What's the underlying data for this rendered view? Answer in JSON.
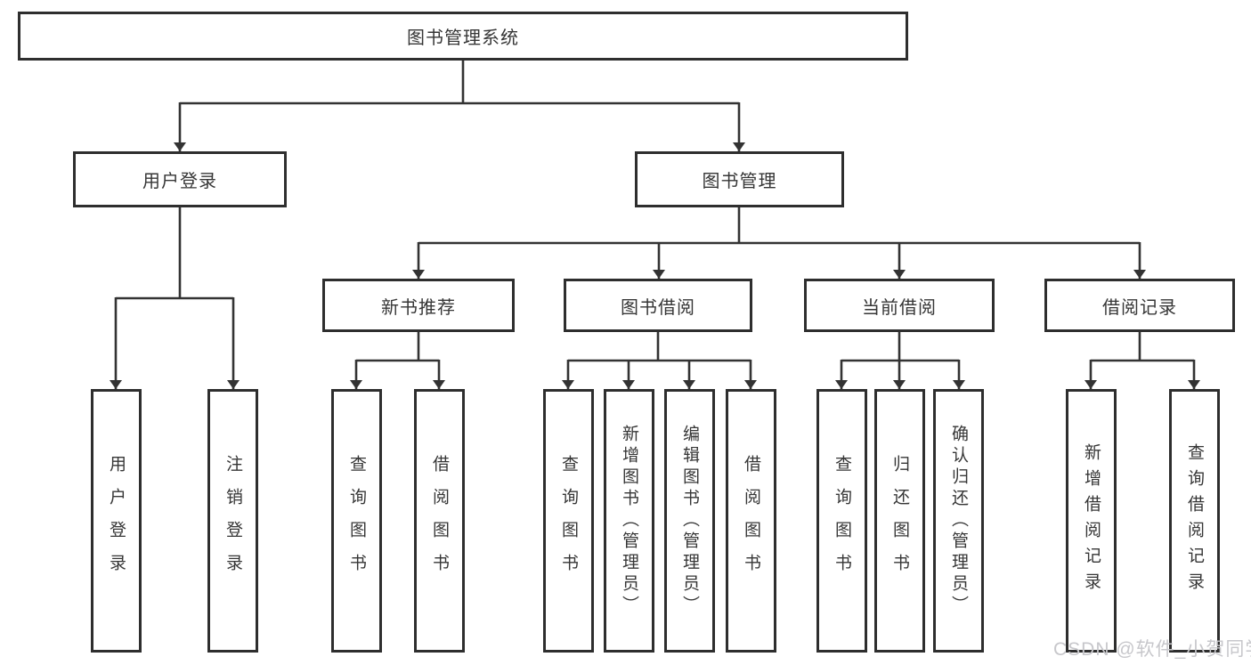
{
  "tree": {
    "label": "图书管理系统",
    "children": [
      {
        "label": "用户登录",
        "children": [
          {
            "label": "用户登录"
          },
          {
            "label": "注销登录"
          }
        ]
      },
      {
        "label": "图书管理",
        "children": [
          {
            "label": "新书推荐",
            "children": [
              {
                "label": "查询图书"
              },
              {
                "label": "借阅图书"
              }
            ]
          },
          {
            "label": "图书借阅",
            "children": [
              {
                "label": "查询图书"
              },
              {
                "label": "新增图书（管理员）"
              },
              {
                "label": "编辑图书（管理员）"
              },
              {
                "label": "借阅图书"
              }
            ]
          },
          {
            "label": "当前借阅",
            "children": [
              {
                "label": "查询图书"
              },
              {
                "label": "归还图书"
              },
              {
                "label": "确认归还（管理员）"
              }
            ]
          },
          {
            "label": "借阅记录",
            "children": [
              {
                "label": "新增借阅记录"
              },
              {
                "label": "查询借阅记录"
              }
            ]
          }
        ]
      }
    ]
  },
  "watermark": {
    "text": "CSDN @软件_小贺同学"
  },
  "colors": {
    "line": "#333333",
    "box_border": "#2e2e2e",
    "box_fill": "#ffffff",
    "text": "#363636",
    "watermark": "#c7c7cb"
  }
}
